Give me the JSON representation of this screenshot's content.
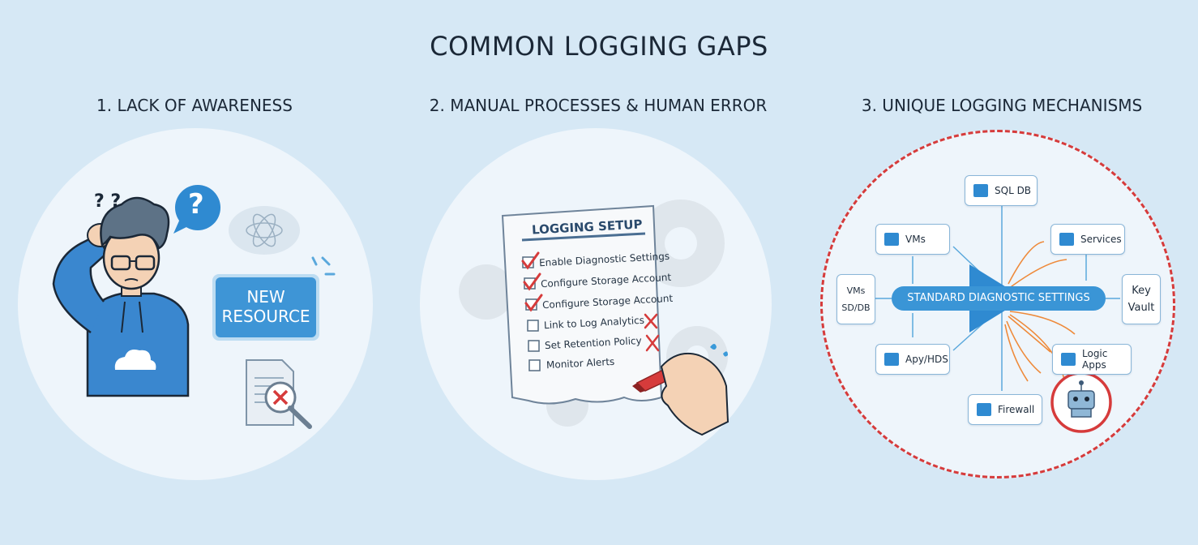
{
  "title": "COMMON LOGGING GAPS",
  "panels": [
    {
      "heading": "1. LACK OF AWARENESS",
      "question_marks": "? ?",
      "speech_bubble": "?",
      "badge_line1": "NEW",
      "badge_line2": "RESOURCE"
    },
    {
      "heading": "2. MANUAL PROCESSES & HUMAN ERROR",
      "sheet_title": "LOGGING SETUP",
      "checklist": [
        {
          "label": "Enable Diagnostic Settings",
          "state": "checked"
        },
        {
          "label": "Configure Storage Account",
          "state": "checked"
        },
        {
          "label": "Configure Storage Account",
          "state": "checked"
        },
        {
          "label": "Link to Log Analytics",
          "state": "failed"
        },
        {
          "label": "Set Retention Policy",
          "state": "failed"
        },
        {
          "label": "Monitor Alerts",
          "state": "unchecked"
        }
      ]
    },
    {
      "heading": "3. UNIQUE LOGGING MECHANISMS",
      "center_label": "STANDARD DIAGNOSTIC SETTINGS",
      "nodes": {
        "sql": "SQL DB",
        "vms_top": "VMs",
        "services": "Services",
        "vms_left_1": "VMs",
        "vms_left_2": "SD/DB",
        "keyvault_1": "Key",
        "keyvault_2": "Vault",
        "appsvcs": "Apy/HDS",
        "logicapps": "Logic Apps",
        "firewall": "Firewall"
      }
    }
  ],
  "colors": {
    "background": "#d6e8f5",
    "circle": "#eef5fb",
    "accent_blue": "#2f8ad1",
    "error_red": "#d63b3b",
    "arrow_orange": "#ee8a3a"
  }
}
